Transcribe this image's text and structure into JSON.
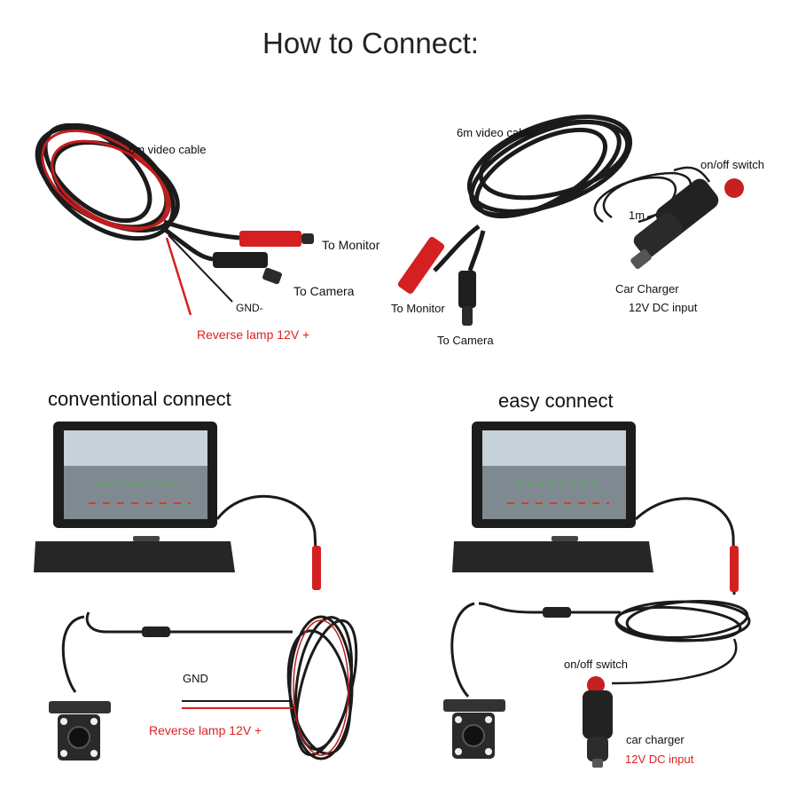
{
  "title": "How to Connect:",
  "top_left": {
    "cable": "6m video cable",
    "to_monitor": "To Monitor",
    "to_camera": "To Camera",
    "gnd": "GND-",
    "reverse": "Reverse lamp 12V +"
  },
  "top_right": {
    "cable": "6m video cable",
    "switch": "on/off switch",
    "length": "1m",
    "to_monitor": "To Monitor",
    "to_camera": "To Camera",
    "charger": "Car Charger",
    "dc": "12V DC input"
  },
  "bottom_left": {
    "heading": "conventional connect",
    "gnd": "GND",
    "reverse": "Reverse lamp 12V +"
  },
  "bottom_right": {
    "heading": "easy connect",
    "switch": "on/off switch",
    "charger": "car charger",
    "dc": "12V DC input"
  },
  "colors": {
    "red_text": "#d22222",
    "cable": "#1a1a1a",
    "red_wire": "#d42020"
  }
}
